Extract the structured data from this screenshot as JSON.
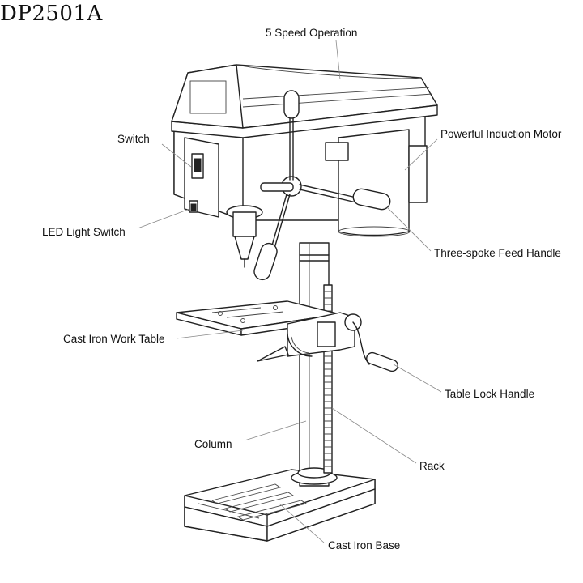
{
  "model": "DP2501A",
  "callouts": {
    "speed": "5  Speed Operation",
    "switch": "Switch",
    "motor": "Powerful Induction Motor",
    "led": "LED Light Switch",
    "feed": "Three-spoke Feed Handle",
    "table": "Cast Iron Work Table",
    "lock": "Table Lock Handle",
    "column": "Column",
    "rack": "Rack",
    "base": "Cast Iron Base"
  }
}
